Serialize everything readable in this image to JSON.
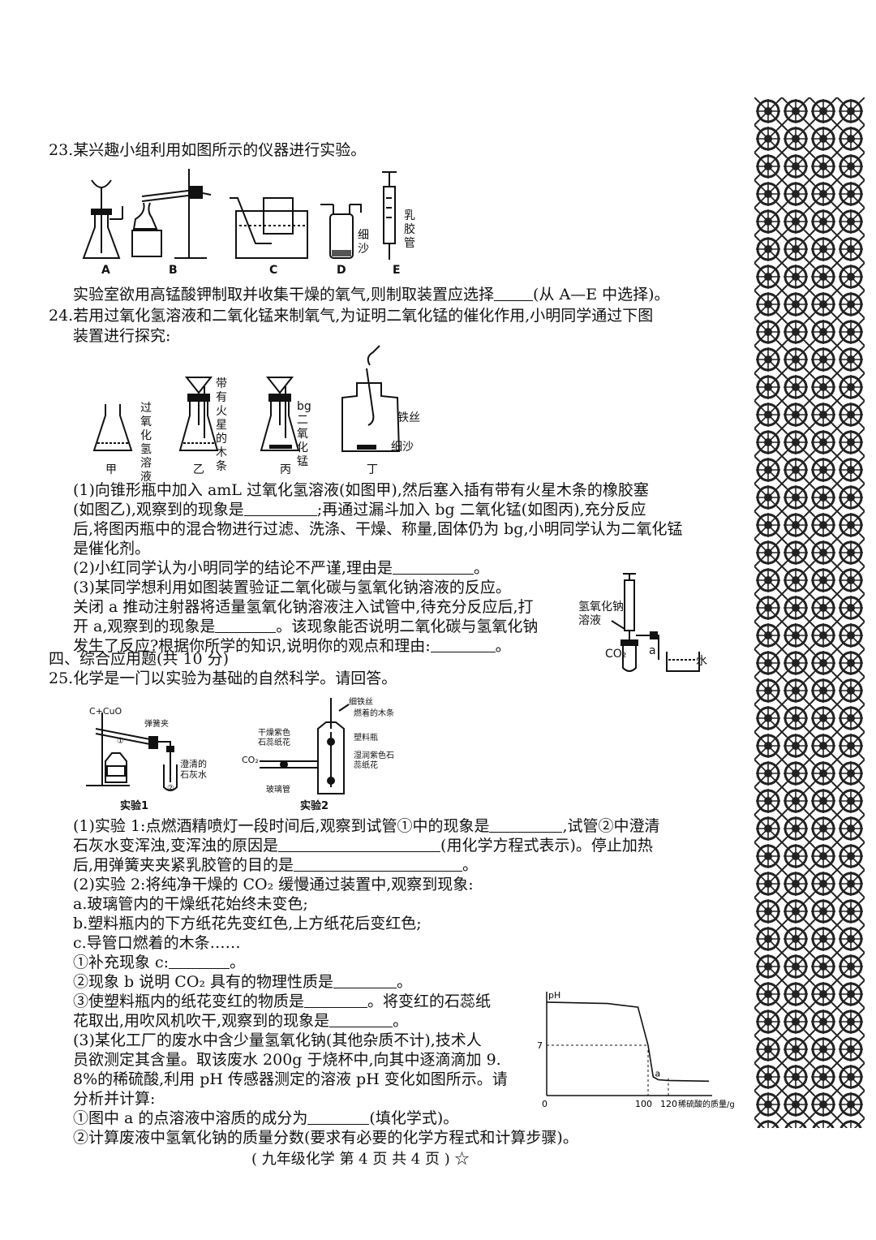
{
  "q23": {
    "stem": "23.某兴趣小组利用如图所示的仪器进行实验。",
    "labels": [
      "A",
      "B",
      "C",
      "D",
      "E"
    ],
    "d_sand": "细沙",
    "e_tube": "乳胶管",
    "question_a": "实验室欲用高锰酸钾制取并收集干燥的氧气,则制取装置应选择",
    "question_b": "(从 A—E 中选择)。"
  },
  "q24": {
    "stem1": "24.若用过氧化氢溶液和二氧化锰来制氧气,为证明二氧化锰的催化作用,小明同学通过下图",
    "stem2": "装置进行探究:",
    "fig_jia_text": "过氧化氢溶液",
    "fig_yi_text": "带有火星的木条",
    "fig_bing_text": "bg二氧化锰",
    "fig_ding_wire": "铁丝",
    "fig_ding_sand": "细沙",
    "fig_labels": [
      "甲",
      "乙",
      "丙",
      "丁"
    ],
    "p1_line1": "(1)向锥形瓶中加入 amL 过氧化氢溶液(如图甲),然后塞入插有带有火星木条的橡胶塞",
    "p1_line2a": "(如图乙),观察到的现象是",
    "p1_line2b": ";再通过漏斗加入 bg 二氧化锰(如图丙),充分反应",
    "p1_line3": "后,将图丙瓶中的混合物进行过滤、洗涤、干燥、称量,固体仍为 bg,小明同学认为二氧化锰",
    "p1_line4": "是催化剂。",
    "p2a": "(2)小红同学认为小明同学的结论不严谨,理由是",
    "p2b": "。",
    "p3_line1": "(3)某同学想利用如图装置验证二氧化碳与氢氧化钠溶液的反应。",
    "p3_line2": "关闭 a 推动注射器将适量氢氧化钠溶液注入试管中,待充分反应后,打",
    "p3_line3a": "开 a,观察到的现象是",
    "p3_line3b": "。该现象能否说明二氧化碳与氢氧化钠",
    "p3_line4a": "发生了反应?根据你所学的知识,说明你的观点和理由:",
    "p3_line4b": "。",
    "fig3_naoh": "氢氧化钠溶液",
    "fig3_a": "a",
    "fig3_co2": "CO₂",
    "fig3_water": "水"
  },
  "section4": "四、综合应用题(共 10 分)",
  "q25": {
    "stem": "25.化学是一门以实验为基础的自然科学。请回答。",
    "fig1_title": "C+CuO",
    "fig1_clip": "弹簧夹",
    "fig1_lime": "澄清的石灰水",
    "fig1_tube1": "①",
    "fig1_tube2": "②",
    "fig1_caption": "实验1",
    "fig2_wire": "细铁丝",
    "fig2_stick": "燃着的木条",
    "fig2_dry": "干燥紫色石蕊纸花",
    "fig2_bottle": "塑料瓶",
    "fig2_wet": "湿润紫色石蕊纸花",
    "fig2_co2": "CO₂",
    "fig2_glass": "玻璃管",
    "fig2_caption": "实验2",
    "p1_line1a": "(1)实验 1:点燃酒精喷灯一段时间后,观察到试管①中的现象是",
    "p1_line1b": ",试管②中澄清",
    "p1_line2a": "石灰水变浑浊,变浑浊的原因是",
    "p1_line2b": "(用化学方程式表示)。停止加热",
    "p1_line3a": "后,用弹簧夹夹紧乳胶管的目的是",
    "p1_line3b": "。",
    "p2_line1": "(2)实验 2:将纯净干燥的 CO₂ 缓慢通过装置中,观察到现象:",
    "p2_a": "a.玻璃管内的干燥纸花始终未变色;",
    "p2_b": "b.塑料瓶内的下方纸花先变红色,上方纸花后变红色;",
    "p2_c": "c.导管口燃着的木条……",
    "p2_q1a": "①补充现象 c:",
    "p2_q1b": "。",
    "p2_q2a": "②现象 b 说明 CO₂ 具有的物理性质是",
    "p2_q2b": "。",
    "p2_q3a": "③使塑料瓶内的纸花变红的物质是",
    "p2_q3b": "。将变红的石蕊纸",
    "p2_q3c": "花取出,用吹风机吹干,观察到的现象是",
    "p2_q3d": "。",
    "p3_line1": "(3)某化工厂的废水中含少量氢氧化钠(其他杂质不计),技术人",
    "p3_line2": "员欲测定其含量。取该废水 200g 于烧杯中,向其中逐滴滴加 9.",
    "p3_line3": "8%的稀硫酸,利用 pH 传感器测定的溶液 pH 变化如图所示。请",
    "p3_line4": "分析并计算:",
    "p3_q1a": "①图中 a 的点溶液中溶质的成分为",
    "p3_q1b": "(填化学式)。",
    "p3_q2": "②计算废液中氢氧化钠的质量分数(要求有必要的化学方程式和计算步骤)。"
  },
  "chart_data": {
    "type": "line",
    "ylabel": "pH",
    "xlabel": "稀硫酸的质量/g",
    "x_ticks": [
      "0",
      "100",
      "120"
    ],
    "y_ticks": [
      "7"
    ],
    "point_label": "a",
    "x": [
      0,
      60,
      90,
      100,
      105,
      110,
      120,
      160
    ],
    "y": [
      13,
      12.8,
      12.3,
      7,
      2.6,
      2.2,
      2.1,
      2.0
    ]
  },
  "footer": "( 九年级化学   第 4 页   共 4 页 ) ☆"
}
